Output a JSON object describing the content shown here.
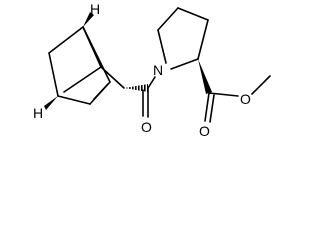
{
  "molecule": {
    "atoms": {
      "h_top": "H",
      "h_left": "H",
      "nitrogen": "N",
      "carbonyl_oxygen": "O",
      "ester_oxygen_double": "O",
      "ester_oxygen_single": "O"
    },
    "colors": {
      "bond": "#000000",
      "background": "#ffffff"
    }
  }
}
